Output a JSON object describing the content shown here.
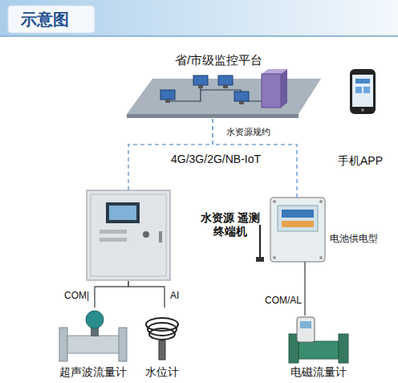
{
  "diagram": {
    "title": "示意图",
    "nodes": [
      {
        "text": [
          "省/市级监控平台"
        ]
      },
      {
        "text": [
          "手机APP"
        ]
      },
      {
        "text": [
          "水资源 遥测终端机"
        ]
      },
      {
        "text": [
          "电池供电型"
        ]
      },
      {
        "text": [
          "超声波流量计"
        ]
      },
      {
        "text": [
          "水位计"
        ]
      },
      {
        "text": [
          "电磁流量计"
        ]
      }
    ],
    "edges": [
      {
        "from": 0,
        "to": 2,
        "arrow": "none"
      },
      {
        "from": 0,
        "to": 3,
        "arrow": "none"
      },
      {
        "from": 2,
        "to": 4,
        "label": "COM|",
        "arrow": "none"
      },
      {
        "from": 2,
        "to": 5,
        "label": "AI",
        "arrow": "none"
      },
      {
        "from": 3,
        "to": 6,
        "label": "COM/AL",
        "arrow": "none"
      }
    ],
    "labels": [
      "水资源规约",
      "4G/3G/2G/NB-IoT"
    ]
  }
}
